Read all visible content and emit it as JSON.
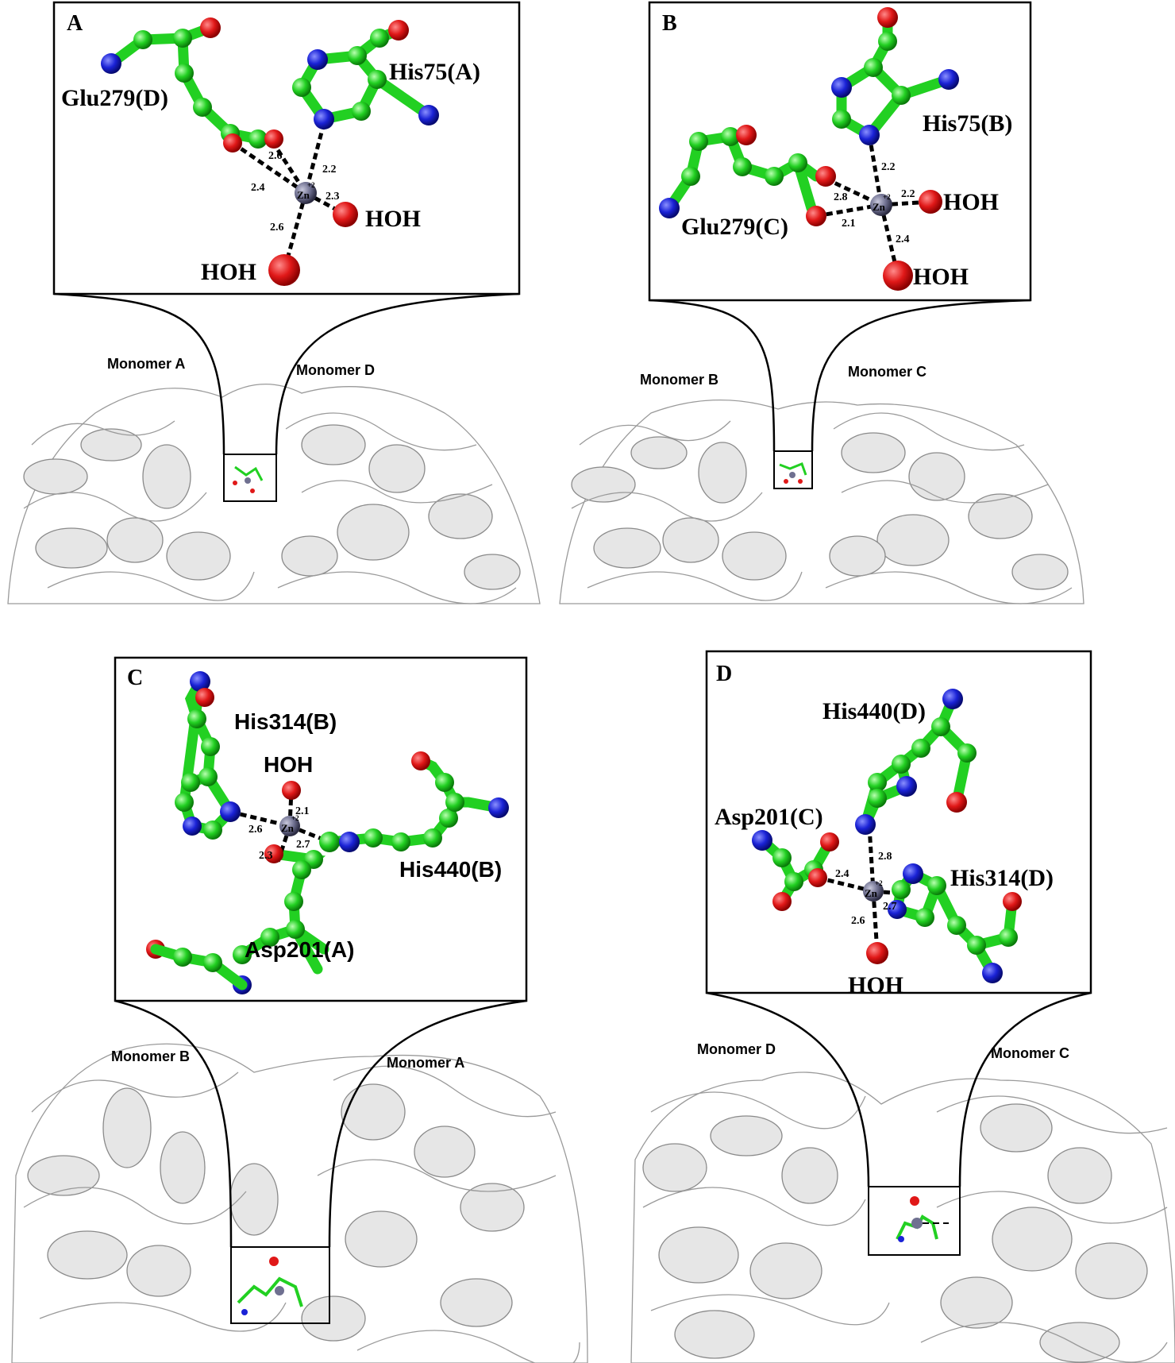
{
  "panels": [
    {
      "label": "A",
      "residues": [
        "Glu279(D)",
        "His75(A)"
      ],
      "waters": [
        "HOH",
        "HOH"
      ],
      "ion": "Zn",
      "ion_charge": "+2",
      "distances": [
        "2.6",
        "2.2",
        "2.4",
        "2.3",
        "2.6"
      ],
      "monomers": [
        "Monomer A",
        "Monomer D"
      ]
    },
    {
      "label": "B",
      "residues": [
        "His75(B)",
        "Glu279(C)"
      ],
      "waters": [
        "HOH",
        "HOH"
      ],
      "ion": "Zn",
      "ion_charge": "+2",
      "distances": [
        "2.2",
        "2.8",
        "2.2",
        "2.1",
        "2.4"
      ],
      "monomers": [
        "Monomer B",
        "Monomer C"
      ]
    },
    {
      "label": "C",
      "residues": [
        "His314(B)",
        "His440(B)",
        "Asp201(A)"
      ],
      "waters": [
        "HOH"
      ],
      "ion": "Zn",
      "ion_charge": "+2",
      "distances": [
        "2.1",
        "2.6",
        "2.7",
        "2.3"
      ],
      "monomers": [
        "Monomer B",
        "Monomer A"
      ]
    },
    {
      "label": "D",
      "residues": [
        "His440(D)",
        "Asp201(C)",
        "His314(D)"
      ],
      "waters": [
        "HOH"
      ],
      "ion": "Zn",
      "ion_charge": "+2",
      "distances": [
        "2.8",
        "2.4",
        "2.7",
        "2.6"
      ],
      "monomers": [
        "Monomer D",
        "Monomer C"
      ]
    }
  ],
  "colors": {
    "carbon": "#22d022",
    "oxygen": "#e01818",
    "nitrogen": "#1a22d6",
    "zinc": "#6f7090",
    "protein_cartoon": "#e6e6e6"
  }
}
